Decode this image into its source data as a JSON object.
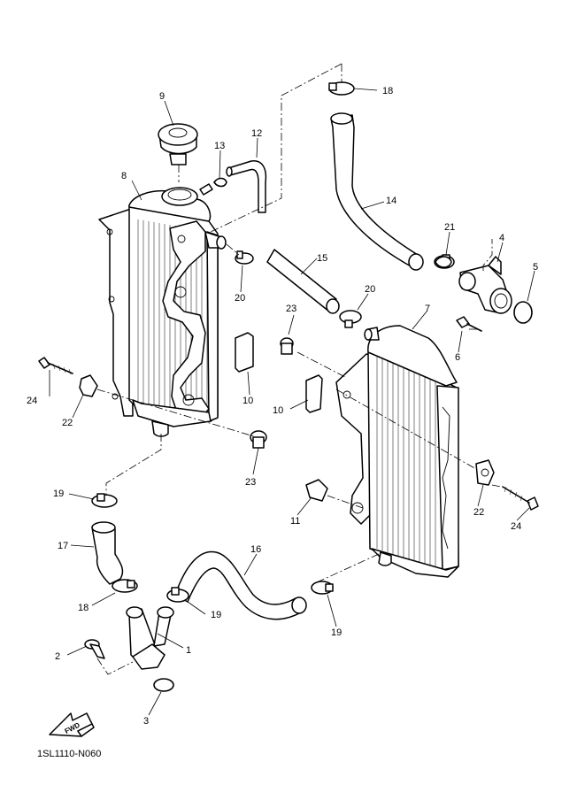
{
  "diagram": {
    "code": "1SL1110-N060",
    "fwd_label": "FWD",
    "callouts": [
      {
        "id": "c1",
        "text": "1"
      },
      {
        "id": "c2",
        "text": "2"
      },
      {
        "id": "c3",
        "text": "3"
      },
      {
        "id": "c4",
        "text": "4"
      },
      {
        "id": "c5",
        "text": "5"
      },
      {
        "id": "c6",
        "text": "6"
      },
      {
        "id": "c7",
        "text": "7"
      },
      {
        "id": "c8",
        "text": "8"
      },
      {
        "id": "c9",
        "text": "9"
      },
      {
        "id": "c10a",
        "text": "10"
      },
      {
        "id": "c10b",
        "text": "10"
      },
      {
        "id": "c11",
        "text": "11"
      },
      {
        "id": "c12",
        "text": "12"
      },
      {
        "id": "c13",
        "text": "13"
      },
      {
        "id": "c14",
        "text": "14"
      },
      {
        "id": "c15",
        "text": "15"
      },
      {
        "id": "c16",
        "text": "16"
      },
      {
        "id": "c17",
        "text": "17"
      },
      {
        "id": "c18a",
        "text": "18"
      },
      {
        "id": "c18b",
        "text": "18"
      },
      {
        "id": "c19a",
        "text": "19"
      },
      {
        "id": "c19b",
        "text": "19"
      },
      {
        "id": "c19c",
        "text": "19"
      },
      {
        "id": "c20a",
        "text": "20"
      },
      {
        "id": "c20b",
        "text": "20"
      },
      {
        "id": "c21",
        "text": "21"
      },
      {
        "id": "c22a",
        "text": "22"
      },
      {
        "id": "c22b",
        "text": "22"
      },
      {
        "id": "c23a",
        "text": "23"
      },
      {
        "id": "c23b",
        "text": "23"
      },
      {
        "id": "c24a",
        "text": "24"
      },
      {
        "id": "c24b",
        "text": "24"
      }
    ]
  }
}
